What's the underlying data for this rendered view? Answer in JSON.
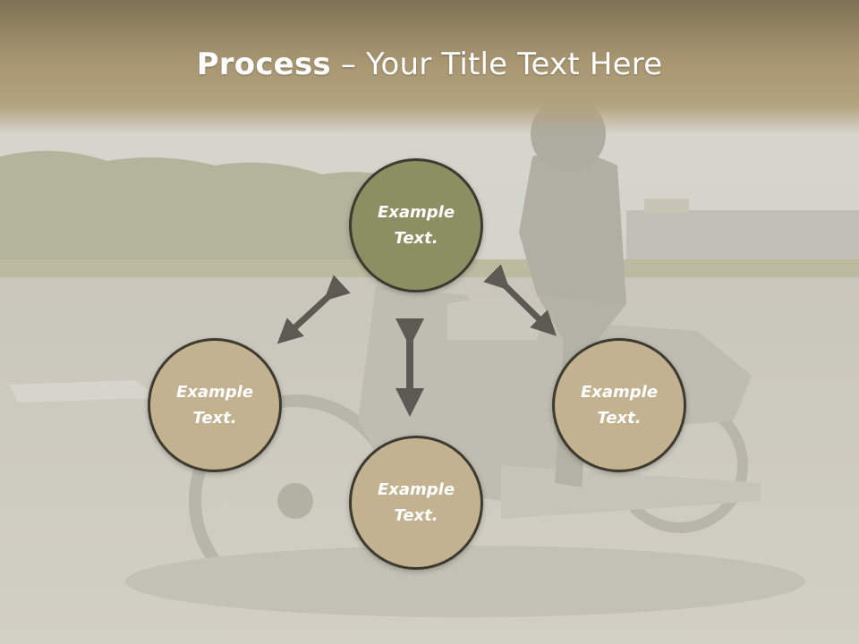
{
  "title": {
    "bold": "Process",
    "rest": " – Your Title Text Here"
  },
  "nodes": [
    {
      "id": "top",
      "text": "Example\nText.",
      "fill": "#8c8f62"
    },
    {
      "id": "left",
      "text": "Example\nText.",
      "fill": "#c2b290"
    },
    {
      "id": "right",
      "text": "Example\nText.",
      "fill": "#c2b290"
    },
    {
      "id": "bottom",
      "text": "Example\nText.",
      "fill": "#c2b290"
    }
  ],
  "colors": {
    "arrow": "#5c5a53",
    "header": "#a89672",
    "border": "#3d3a30"
  }
}
